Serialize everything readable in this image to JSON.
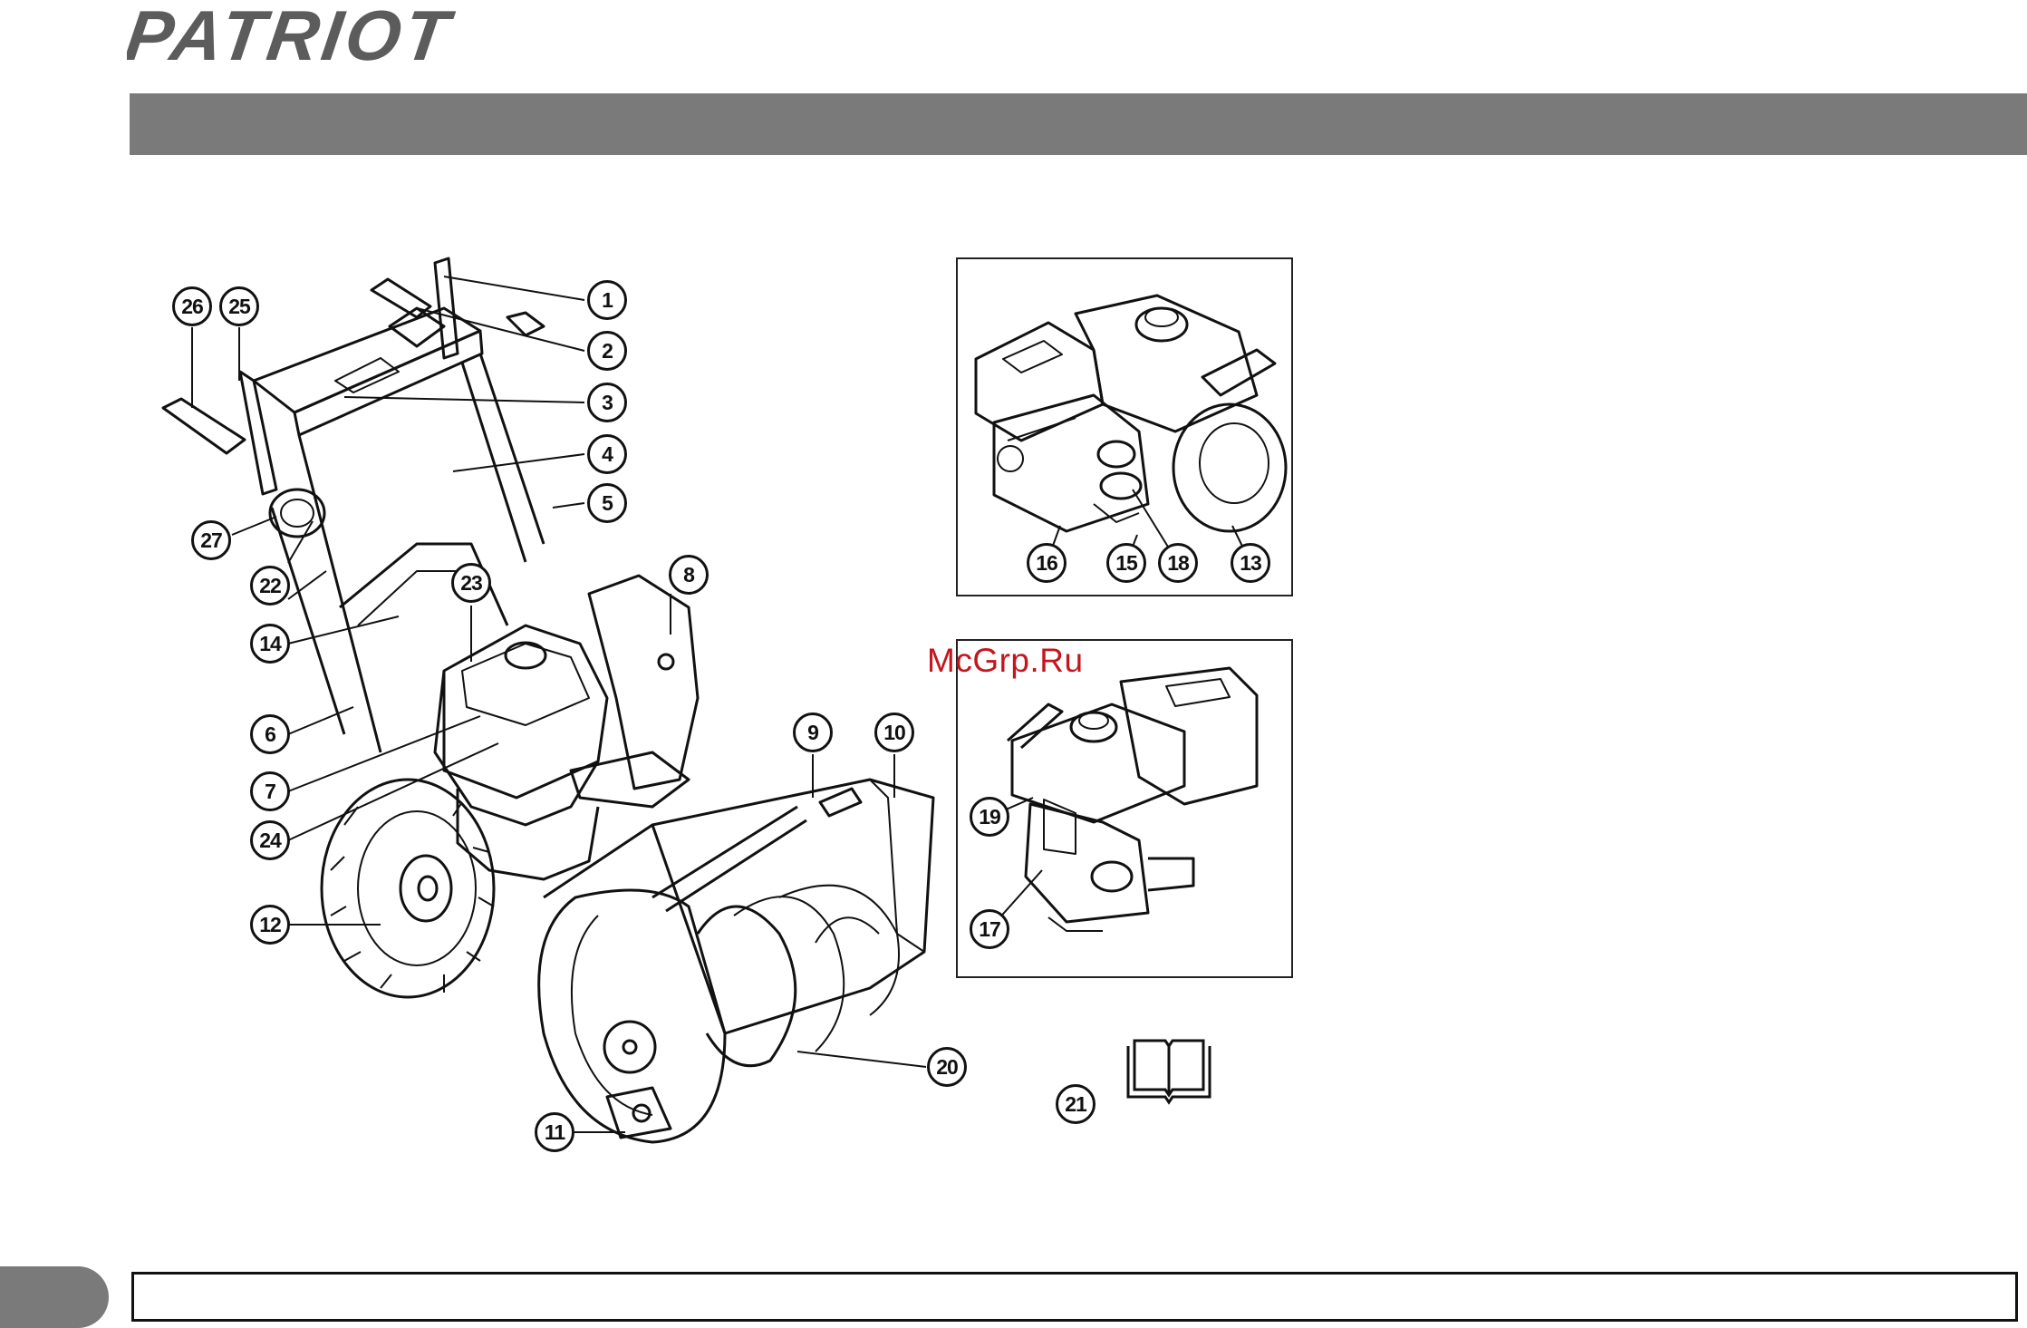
{
  "header": {
    "brand": "PATRIOT"
  },
  "watermark": "McGrp.Ru",
  "callouts": {
    "main": [
      "1",
      "2",
      "3",
      "4",
      "5",
      "6",
      "7",
      "8",
      "9",
      "10",
      "11",
      "12",
      "14",
      "20",
      "22",
      "23",
      "24",
      "25",
      "26",
      "27"
    ],
    "inset_top": [
      "16",
      "15",
      "18",
      "13"
    ],
    "inset_bottom": [
      "19",
      "17"
    ],
    "manual": "21"
  },
  "colors": {
    "header_bar": "#7a7a7a",
    "watermark": "#c4161c",
    "line_art": "#111111"
  },
  "icons": [
    "book-icon"
  ]
}
